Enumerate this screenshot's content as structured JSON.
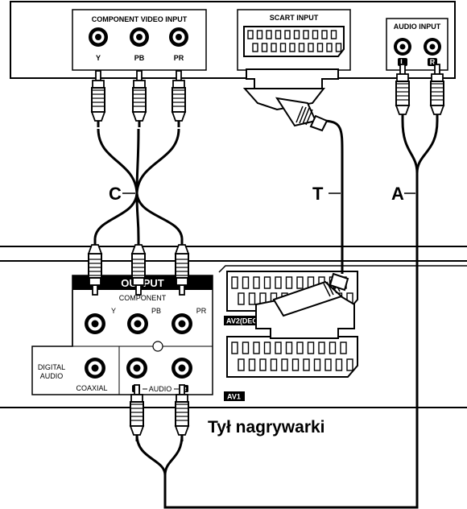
{
  "tv_panel": {
    "component_header": "COMPONENT VIDEO INPUT",
    "component_jacks": [
      "Y",
      "PB",
      "PR"
    ],
    "scart_header": "SCART INPUT",
    "audio_header": "AUDIO INPUT",
    "audio_jacks": [
      "L",
      "R"
    ]
  },
  "cable_labels": {
    "component": "C",
    "scart": "T",
    "audio": "A"
  },
  "recorder_panel": {
    "output_label": "OUTPUT",
    "component_label": "COMPONENT",
    "component_jacks": [
      "Y",
      "PB",
      "PR"
    ],
    "digital_audio_label": [
      "DIGITAL",
      "AUDIO"
    ],
    "coaxial_label": "COAXIAL",
    "audio_label": "AUDIO",
    "audio_channels": [
      "L",
      "R"
    ],
    "scart_top_label": "AV2(DECODER)",
    "scart_bottom_label": "AV1"
  },
  "caption": "Tył nagrywarki"
}
